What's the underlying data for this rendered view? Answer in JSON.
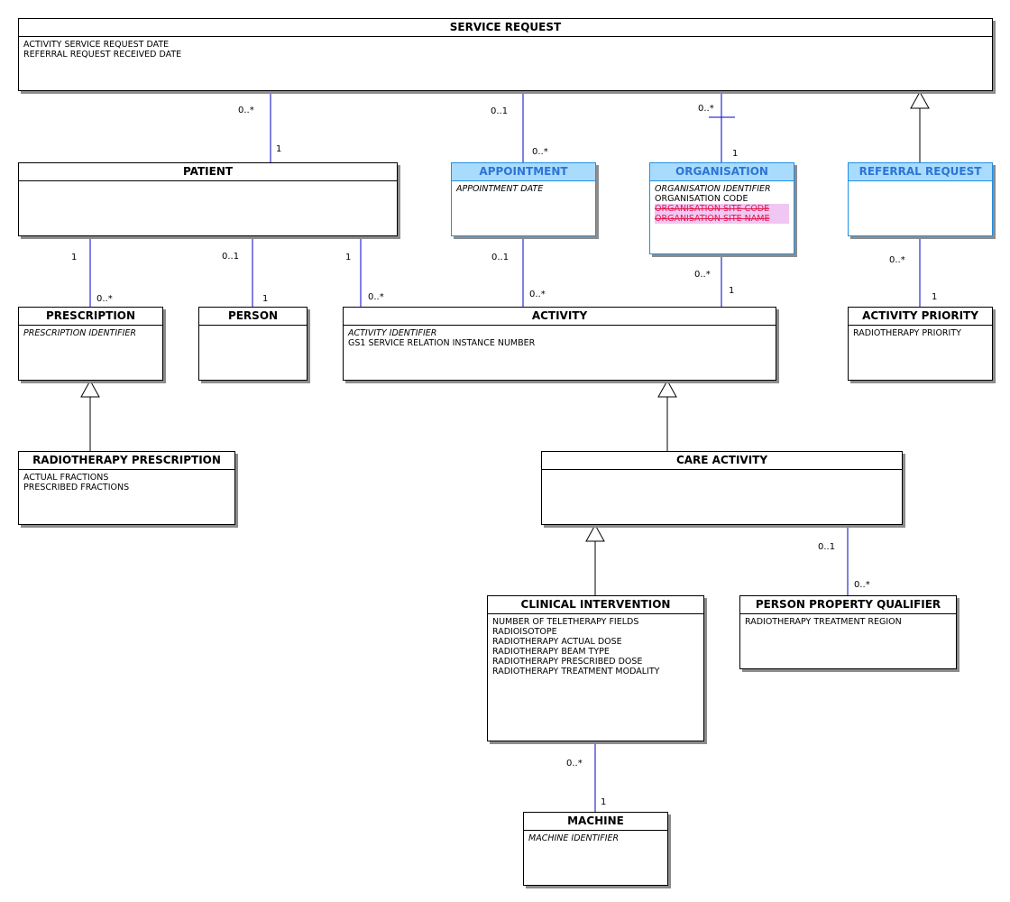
{
  "classes": {
    "service_request": {
      "title": "SERVICE REQUEST",
      "attributes": [
        {
          "text": "ACTIVITY SERVICE REQUEST DATE"
        },
        {
          "text": "REFERRAL REQUEST RECEIVED DATE"
        }
      ]
    },
    "patient": {
      "title": "PATIENT",
      "attributes": []
    },
    "appointment": {
      "title": "APPOINTMENT",
      "attributes": [
        {
          "text": "APPOINTMENT DATE",
          "italic": true
        }
      ]
    },
    "organisation": {
      "title": "ORGANISATION",
      "attributes": [
        {
          "text": "ORGANISATION IDENTIFIER",
          "italic": true
        },
        {
          "text": "ORGANISATION CODE"
        },
        {
          "text": "ORGANISATION SITE CODE",
          "retired": true
        },
        {
          "text": "ORGANISATION SITE NAME",
          "retired": true
        }
      ]
    },
    "referral_request": {
      "title": "REFERRAL REQUEST",
      "attributes": []
    },
    "prescription": {
      "title": "PRESCRIPTION",
      "attributes": [
        {
          "text": "PRESCRIPTION IDENTIFIER",
          "italic": true
        }
      ]
    },
    "person": {
      "title": "PERSON",
      "attributes": []
    },
    "activity": {
      "title": "ACTIVITY",
      "attributes": [
        {
          "text": "ACTIVITY IDENTIFIER",
          "italic": true
        },
        {
          "text": "GS1 SERVICE RELATION INSTANCE NUMBER"
        }
      ]
    },
    "activity_priority": {
      "title": "ACTIVITY PRIORITY",
      "attributes": [
        {
          "text": "RADIOTHERAPY PRIORITY"
        }
      ]
    },
    "radiotherapy_prescription": {
      "title": "RADIOTHERAPY PRESCRIPTION",
      "attributes": [
        {
          "text": "ACTUAL FRACTIONS"
        },
        {
          "text": "PRESCRIBED FRACTIONS"
        }
      ]
    },
    "care_activity": {
      "title": "CARE ACTIVITY",
      "attributes": []
    },
    "clinical_intervention": {
      "title": "CLINICAL INTERVENTION",
      "attributes": [
        {
          "text": "NUMBER OF TELETHERAPY FIELDS"
        },
        {
          "text": "RADIOISOTOPE"
        },
        {
          "text": "RADIOTHERAPY ACTUAL DOSE"
        },
        {
          "text": "RADIOTHERAPY BEAM TYPE"
        },
        {
          "text": "RADIOTHERAPY PRESCRIBED DOSE"
        },
        {
          "text": "RADIOTHERAPY TREATMENT MODALITY"
        }
      ]
    },
    "person_property_qualifier": {
      "title": "PERSON PROPERTY QUALIFIER",
      "attributes": [
        {
          "text": "RADIOTHERAPY TREATMENT REGION"
        }
      ]
    },
    "machine": {
      "title": "MACHINE",
      "attributes": [
        {
          "text": "MACHINE IDENTIFIER",
          "italic": true
        }
      ]
    }
  },
  "associations": [
    {
      "id": "service-request-patient",
      "from": "service_request",
      "to": "patient",
      "from_mult": "0..*",
      "to_mult": "1"
    },
    {
      "id": "service-request-appointment",
      "from": "service_request",
      "to": "appointment",
      "from_mult": "0..1",
      "to_mult": "0..*"
    },
    {
      "id": "service-request-organisation",
      "from": "service_request",
      "to": "organisation",
      "from_mult": "0..*",
      "to_mult": "1"
    },
    {
      "id": "patient-prescription",
      "from": "patient",
      "to": "prescription",
      "from_mult": "1",
      "to_mult": "0..*"
    },
    {
      "id": "patient-person",
      "from": "patient",
      "to": "person",
      "from_mult": "0..1",
      "to_mult": "1"
    },
    {
      "id": "patient-activity",
      "from": "patient",
      "to": "activity",
      "from_mult": "1",
      "to_mult": "0..*"
    },
    {
      "id": "appointment-activity",
      "from": "appointment",
      "to": "activity",
      "from_mult": "0..1",
      "to_mult": "0..*"
    },
    {
      "id": "organisation-activity",
      "from": "organisation",
      "to": "activity",
      "from_mult": "0..*",
      "to_mult": "1"
    },
    {
      "id": "referral-request-activity-priority",
      "from": "referral_request",
      "to": "activity_priority",
      "from_mult": "0..*",
      "to_mult": "1"
    },
    {
      "id": "care-activity-person-property-qualifier",
      "from": "care_activity",
      "to": "person_property_qualifier",
      "from_mult": "0..1",
      "to_mult": "0..*"
    },
    {
      "id": "clinical-intervention-machine",
      "from": "clinical_intervention",
      "to": "machine",
      "from_mult": "0..*",
      "to_mult": "1"
    }
  ],
  "generalizations": [
    {
      "id": "referral-request-is-service-request",
      "child": "referral_request",
      "parent": "service_request"
    },
    {
      "id": "radiotherapy-prescription-is-prescription",
      "child": "radiotherapy_prescription",
      "parent": "prescription"
    },
    {
      "id": "care-activity-is-activity",
      "child": "care_activity",
      "parent": "activity"
    },
    {
      "id": "clinical-intervention-is-care-activity",
      "child": "clinical_intervention",
      "parent": "care_activity"
    }
  ],
  "colors": {
    "association_line": "#0000cc",
    "line": "#000000",
    "highlight_header": "#a9dcfc",
    "highlight_title": "#2d74d6",
    "retired_text": "#e0194f",
    "retired_background": "#f0c6f3"
  }
}
